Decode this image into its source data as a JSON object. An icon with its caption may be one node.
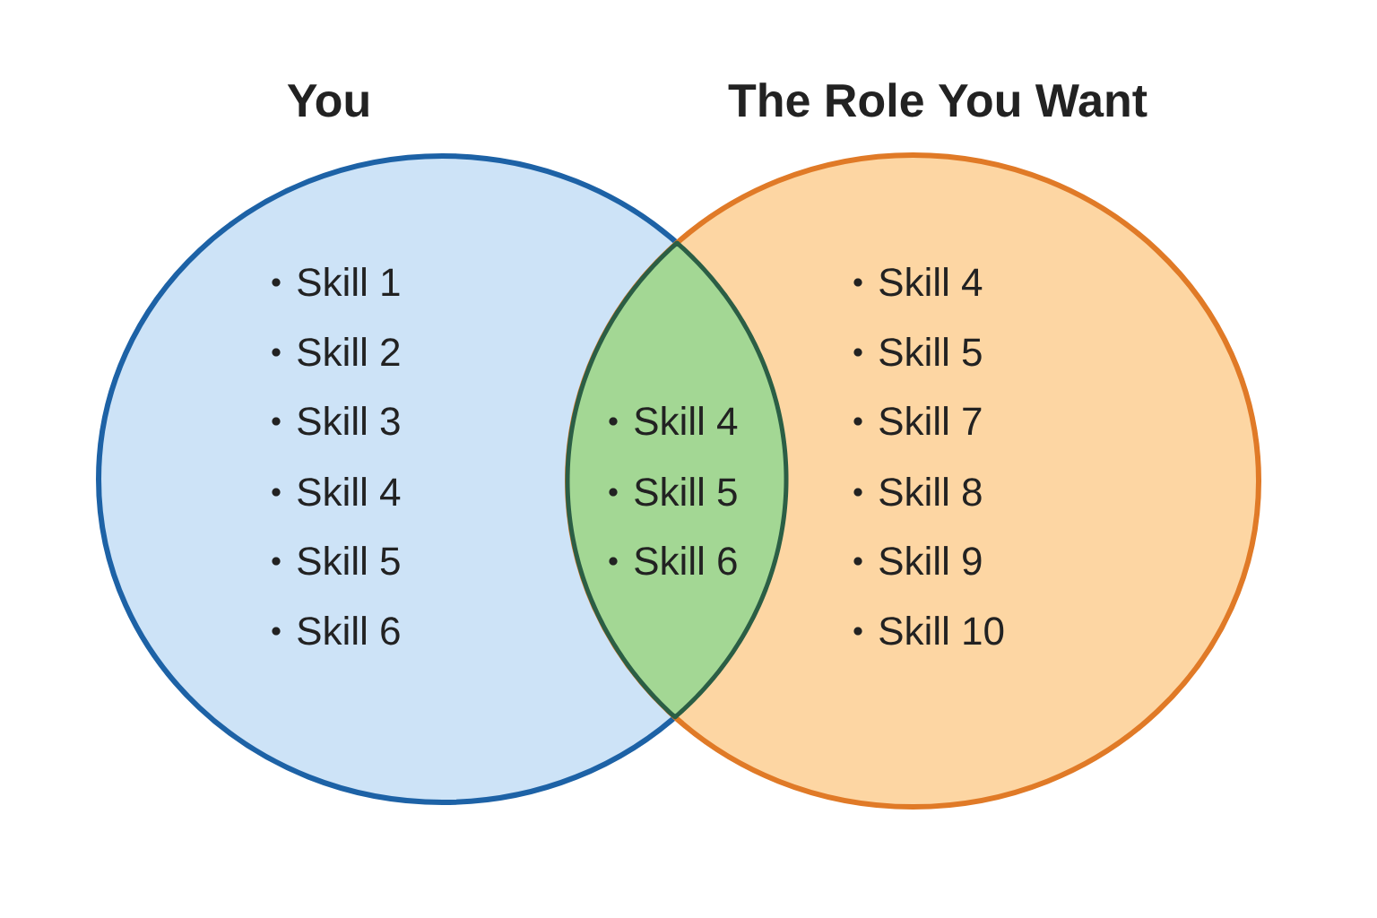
{
  "diagram": {
    "nodes": [
      {
        "text": [
          "You",
          "Skill 1",
          "Skill 2",
          "Skill 3",
          "Skill 4",
          "Skill 5",
          "Skill 6"
        ]
      },
      {
        "text": [
          "The Role You Want",
          "Skill 4",
          "Skill 5",
          "Skill 7",
          "Skill 8",
          "Skill 9",
          "Skill 10"
        ]
      },
      {
        "text": [
          "Skill 4",
          "Skill 5",
          "Skill 6"
        ]
      }
    ]
  }
}
